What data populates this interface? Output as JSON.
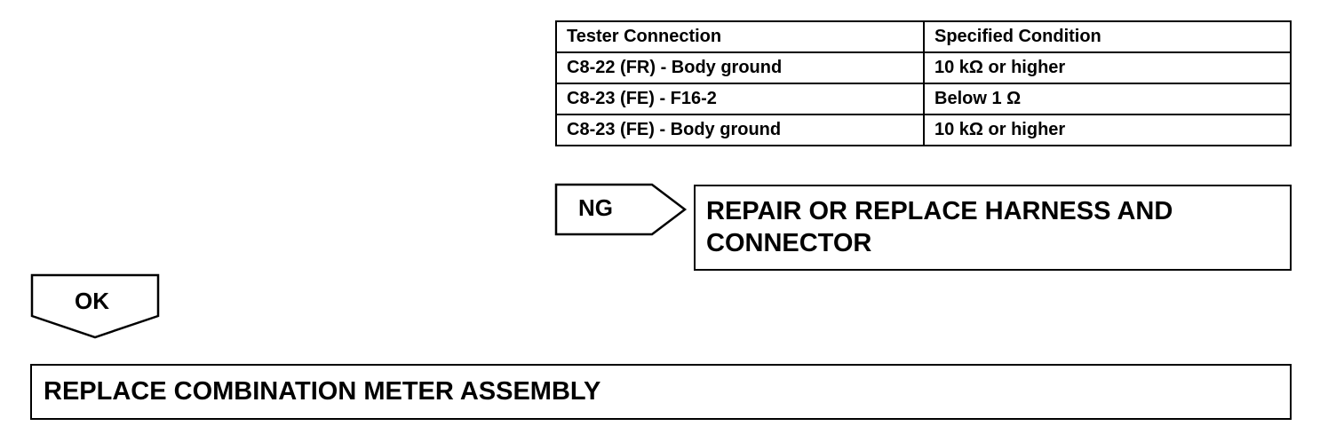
{
  "table": {
    "headers": [
      "Tester Connection",
      "Specified Condition"
    ],
    "rows": [
      [
        "C8-22 (FR) - Body ground",
        "10 kΩ or higher"
      ],
      [
        "C8-23 (FE) - F16-2",
        "Below 1 Ω"
      ],
      [
        "C8-23 (FE) - Body ground",
        "10 kΩ or higher"
      ]
    ]
  },
  "ng_branch": {
    "label": "NG",
    "action_line1": "REPAIR OR REPLACE HARNESS AND",
    "action_line2": "CONNECTOR"
  },
  "ok_branch": {
    "label": "OK",
    "action": "REPLACE COMBINATION METER ASSEMBLY"
  }
}
